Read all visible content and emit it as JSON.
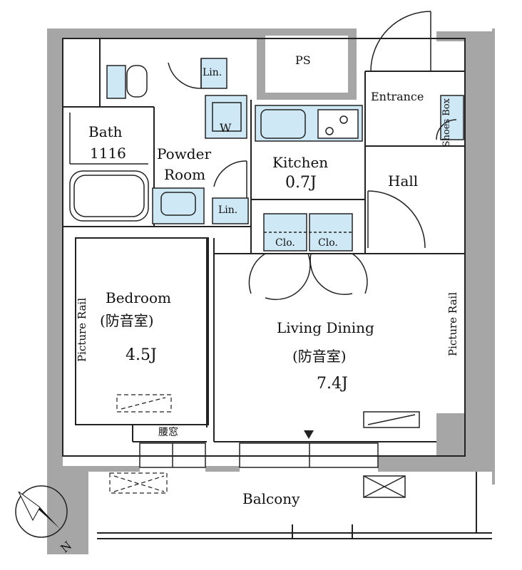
{
  "rooms": {
    "ps": "PS",
    "entrance": "Entrance",
    "shoes_box": "Shoes Box",
    "lin_top": "Lin.",
    "w": "W",
    "bath_title": "Bath",
    "bath_size": "1116",
    "powder_line1": "Powder",
    "powder_line2": "Room",
    "lin_bottom": "Lin.",
    "kitchen_title": "Kitchen",
    "kitchen_size": "0.7J",
    "hall": "Hall",
    "clo_left": "Clo.",
    "clo_right": "Clo.",
    "bedroom_title": "Bedroom",
    "bedroom_note": "(防音室)",
    "bedroom_size": "4.5J",
    "picture_rail_left": "Picture Rail",
    "living_title": "Living Dining",
    "living_note": "(防音室)",
    "living_size": "7.4J",
    "picture_rail_right": "Picture Rail",
    "koshi_mado": "腰窓",
    "balcony": "Balcony",
    "north": "N"
  },
  "colors": {
    "wall": "#a6a6a6",
    "fixture_fill": "#cfe8f5",
    "line": "#222222"
  }
}
